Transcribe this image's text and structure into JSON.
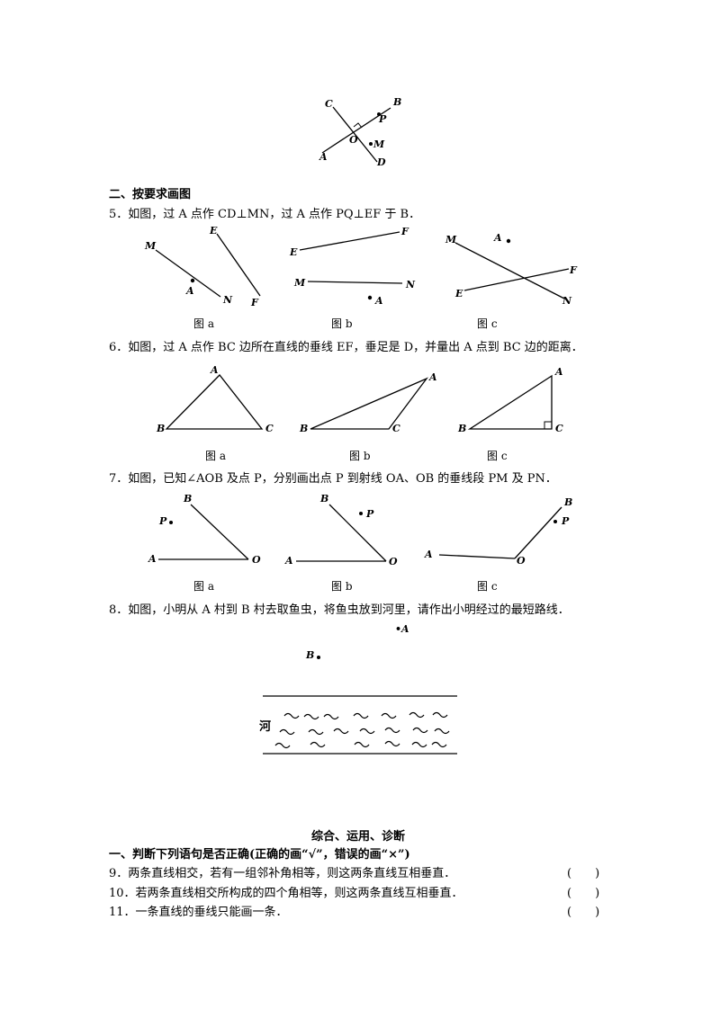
{
  "top_figure": {
    "labels": {
      "C": "C",
      "B": "B",
      "P": "P",
      "O": "O",
      "M": "M",
      "A": "A",
      "D": "D"
    }
  },
  "section2": {
    "heading": "二、按要求画图"
  },
  "q5": {
    "text": "5．如图，过 A 点作 CD⊥MN，过 A 点作 PQ⊥EF 于 B．",
    "captions": [
      "图 a",
      "图 b",
      "图 c"
    ],
    "labels": {
      "M": "M",
      "E": "E",
      "F": "F",
      "A": "A",
      "N": "N"
    }
  },
  "q6": {
    "text": "6．如图，过 A 点作 BC 边所在直线的垂线 EF，垂足是 D，并量出 A 点到 BC 边的距离．",
    "captions": [
      "图 a",
      "图 b",
      "图 c"
    ],
    "labels": {
      "A": "A",
      "B": "B",
      "C": "C"
    }
  },
  "q7": {
    "text": "7．如图，已知∠AOB 及点 P，分别画出点 P 到射线 OA、OB 的垂线段 PM 及 PN．",
    "captions": [
      "图 a",
      "图 b",
      "图 c"
    ],
    "labels": {
      "B": "B",
      "P": "P",
      "A": "A",
      "O": "O"
    }
  },
  "q8": {
    "text": "8．如图，小明从 A 村到 B 村去取鱼虫，将鱼虫放到河里，请作出小明经过的最短路线．",
    "point_a": "•A",
    "point_b": "B",
    "river_label": "河"
  },
  "section3": {
    "title": "综合、运用、诊断",
    "heading": "一、判断下列语句是否正确(正确的画“√”，错误的画“×”)",
    "items": [
      {
        "text": "9．两条直线相交，若有一组邻补角相等，则这两条直线互相垂直．",
        "paren": "(　　)"
      },
      {
        "text": "10．若两条直线相交所构成的四个角相等，则这两条直线互相垂直．",
        "paren": "(　　)"
      },
      {
        "text": "11．一条直线的垂线只能画一条．",
        "paren": "(　　)"
      }
    ]
  }
}
